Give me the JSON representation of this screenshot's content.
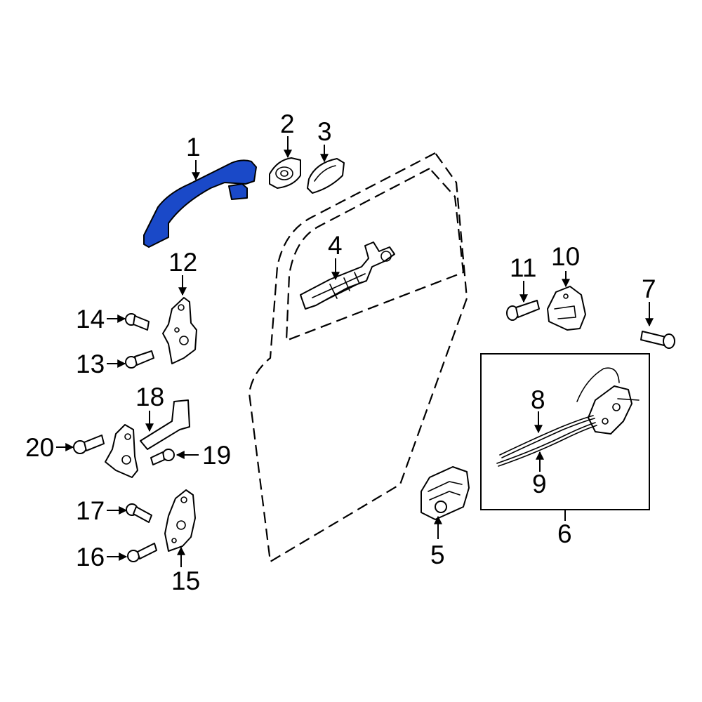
{
  "highlight_color": "#1a49c8",
  "callouts": {
    "c1": "1",
    "c2": "2",
    "c3": "3",
    "c4": "4",
    "c5": "5",
    "c6": "6",
    "c7": "7",
    "c8": "8",
    "c9": "9",
    "c10": "10",
    "c11": "11",
    "c12": "12",
    "c13": "13",
    "c14": "14",
    "c15": "15",
    "c16": "16",
    "c17": "17",
    "c18": "18",
    "c19": "19",
    "c20": "20"
  }
}
